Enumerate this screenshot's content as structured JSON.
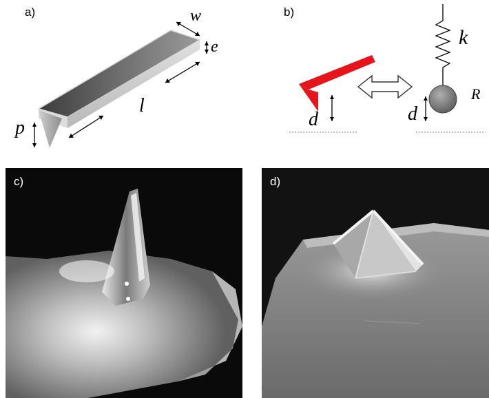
{
  "panels": {
    "a": {
      "label": "a)",
      "symbols": {
        "width": "w",
        "thickness": "e",
        "length": "l",
        "tip_height": "p"
      }
    },
    "b": {
      "label": "b)",
      "symbols": {
        "distance_cantilever": "d",
        "spring_constant": "k",
        "radius": "R",
        "distance_sphere": "d"
      }
    },
    "c": {
      "label": "c)"
    },
    "d": {
      "label": "d)"
    }
  },
  "colors": {
    "cantilever_red": "#e8141b",
    "sphere_gray": "#7d7d7d"
  }
}
